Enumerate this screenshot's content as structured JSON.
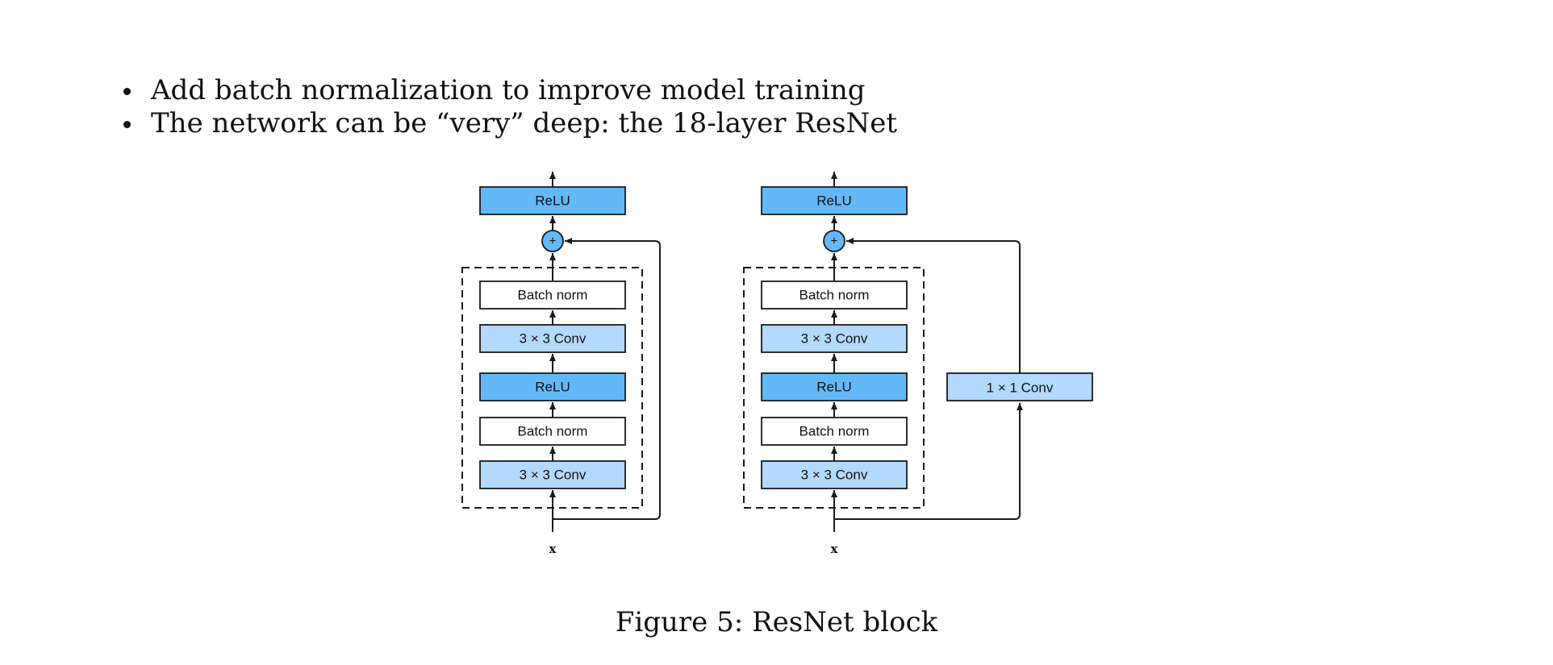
{
  "bullets": [
    "Add batch normalization to improve model training",
    "The network can be “very” deep: the 18-layer ResNet"
  ],
  "diagram": {
    "left_block": {
      "top": "ReLU",
      "add": "+",
      "layers": [
        "Batch norm",
        "3 × 3 Conv",
        "ReLU",
        "Batch norm",
        "3 × 3 Conv"
      ],
      "input": "x"
    },
    "right_block": {
      "top": "ReLU",
      "add": "+",
      "layers": [
        "Batch norm",
        "3 × 3 Conv",
        "ReLU",
        "Batch norm",
        "3 × 3 Conv"
      ],
      "shortcut": "1 × 1 Conv",
      "input": "x"
    },
    "colors": {
      "relu": "#63b8f8",
      "conv": "#b3d9fc",
      "norm": "#ffffff"
    }
  },
  "caption": "Figure 5: ResNet block"
}
